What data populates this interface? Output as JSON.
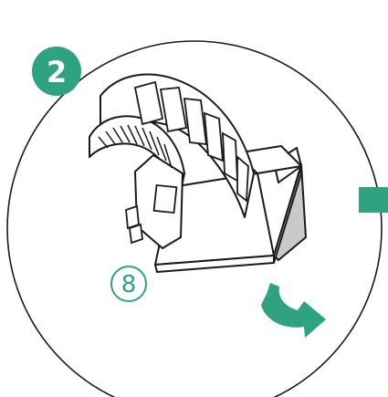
{
  "step": {
    "number": "2"
  },
  "part_label": {
    "text": "8"
  },
  "colors": {
    "accent": "#2fa37f",
    "line": "#1a1a1a",
    "background": "#ffffff",
    "shadow": "#c9c9c9"
  },
  "icons": {
    "step_badge": "step-number-badge",
    "next_arrow": "next-step-arrow-icon",
    "rotate_arrow": "rotate-arrow-icon",
    "illustration": "strap-clip-on-adhesive-mount"
  }
}
